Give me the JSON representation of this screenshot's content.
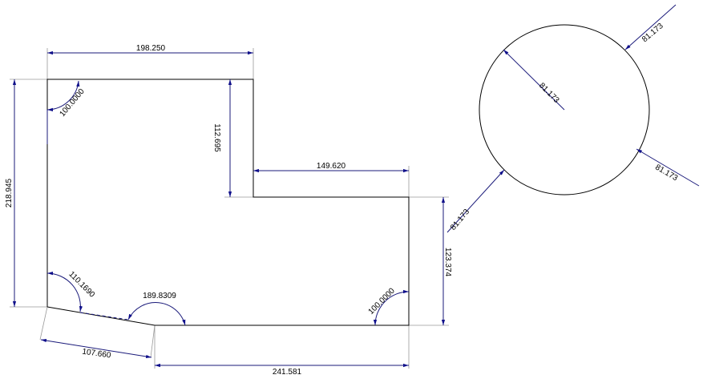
{
  "drawing": {
    "dimensions": {
      "top_width": "198.250",
      "step_width": "149.620",
      "bottom_width": "241.581",
      "left_height": "218.945",
      "step_height": "112.695",
      "right_height": "123.374",
      "slant_length": "107.660"
    },
    "angles": {
      "top_left": "100.0000",
      "bottom_left": "110.1690",
      "bottom_middle": "189.8309",
      "bottom_right": "100.0000"
    },
    "circle": {
      "radius_inner": "81.173",
      "radius_top_right": "81.173",
      "radius_right": "81.173",
      "radius_bottom_left": "81.173"
    }
  },
  "colors": {
    "geometry": "#000000",
    "dimension": "#1a1a7a",
    "extension": "#9a9a9a"
  }
}
